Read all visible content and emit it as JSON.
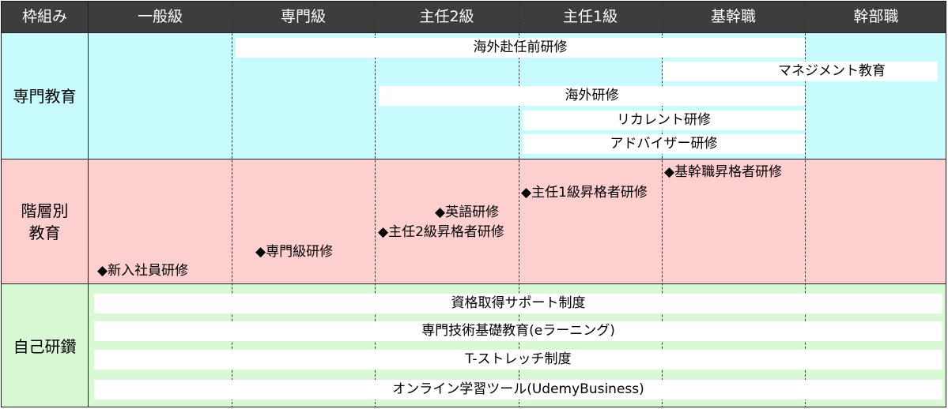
{
  "header": {
    "corner": "枠組み",
    "grades": [
      "一般級",
      "専門級",
      "主任2級",
      "主任1級",
      "基幹職",
      "幹部職"
    ]
  },
  "rows": [
    {
      "label": "専門教育",
      "color": "#c7fbfd"
    },
    {
      "label": "階層別\n教育",
      "color": "#fdcfcf"
    },
    {
      "label": "自己研鑽",
      "color": "#d9f9d5"
    }
  ],
  "specialized_programs": [
    {
      "label": "海外赴任前研修",
      "from_grade": "専門級",
      "to_grade": "基幹職"
    },
    {
      "label": "マネジメント教育",
      "from_grade": "基幹職",
      "to_grade": "幹部職"
    },
    {
      "label": "海外研修",
      "from_grade": "主任2級",
      "to_grade": "基幹職"
    },
    {
      "label": "リカレント研修",
      "from_grade": "主任1級",
      "to_grade": "基幹職"
    },
    {
      "label": "アドバイザー研修",
      "from_grade": "主任1級",
      "to_grade": "基幹職"
    }
  ],
  "tier_trainings": [
    {
      "label": "◆新入社員研修",
      "grade": "一般級"
    },
    {
      "label": "◆専門級研修",
      "grade": "専門級"
    },
    {
      "label": "◆主任2級昇格者研修",
      "grade": "主任2級"
    },
    {
      "label": "◆英語研修",
      "grade": "主任2級"
    },
    {
      "label": "◆主任1級昇格者研修",
      "grade": "主任1級"
    },
    {
      "label": "◆基幹職昇格者研修",
      "grade": "基幹職"
    }
  ],
  "self_development": [
    {
      "label": "資格取得サポート制度",
      "from_grade": "一般級",
      "to_grade": "幹部職"
    },
    {
      "label": "専門技術基礎教育(eラーニング)",
      "from_grade": "一般級",
      "to_grade": "幹部職"
    },
    {
      "label": "T-ストレッチ制度",
      "from_grade": "一般級",
      "to_grade": "幹部職"
    },
    {
      "label": "オンライン学習ツール(UdemyBusiness)",
      "from_grade": "一般級",
      "to_grade": "幹部職"
    }
  ]
}
